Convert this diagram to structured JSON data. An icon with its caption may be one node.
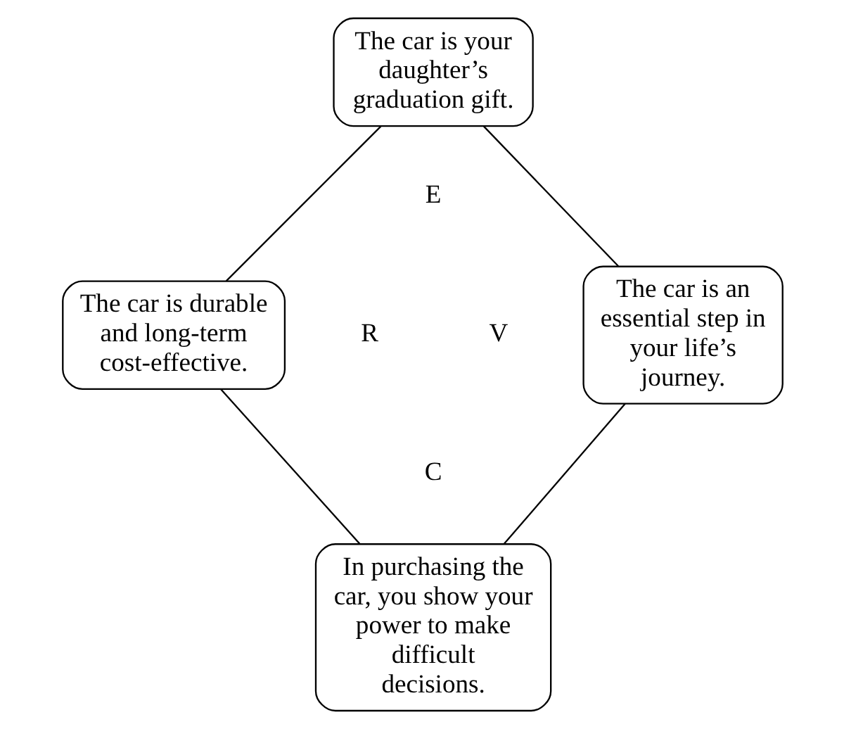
{
  "diagram": {
    "nodes": [
      {
        "text": [
          "The car is your daughter’s graduation gift."
        ]
      },
      {
        "text": [
          "The car is durable and long-term cost-effective."
        ]
      },
      {
        "text": [
          "The car is an essential step in your life’s journey."
        ]
      },
      {
        "text": [
          "In purchasing the car, you show your power to make difficult decisions."
        ]
      }
    ],
    "edges": [
      {
        "from": 0,
        "to": 1,
        "arrow": "none"
      },
      {
        "from": 0,
        "to": 2,
        "arrow": "none"
      },
      {
        "from": 1,
        "to": 3,
        "arrow": "none"
      },
      {
        "from": 2,
        "to": 3,
        "arrow": "none"
      }
    ],
    "labels": [
      "E",
      "R",
      "V",
      "C"
    ]
  }
}
